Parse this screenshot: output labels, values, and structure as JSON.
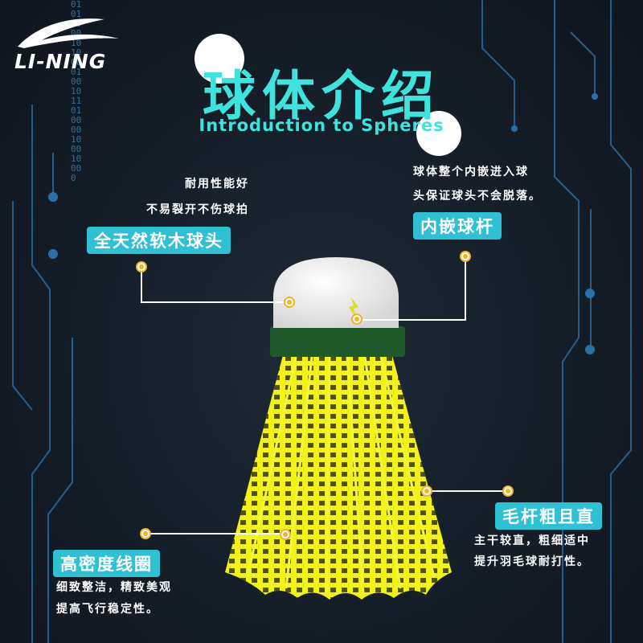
{
  "brand": {
    "logo_text": "LI-NING",
    "logo_icon": "li-ning-swoosh-icon",
    "binary_text": "0101000010100001001011010000100010000"
  },
  "header": {
    "title": "球体介绍",
    "subtitle": "Introduction to Spheres"
  },
  "callouts": {
    "head": {
      "line1": "耐用性能好",
      "line2": "不易裂开不伤球拍",
      "badge": "全天然软木球头"
    },
    "shaft": {
      "line1": "球体整个内嵌进入球",
      "line2": "头保证球头不会脱落。",
      "badge": "内嵌球杆"
    },
    "feather": {
      "badge": "毛杆粗且直",
      "line1": "主干较直，粗细适中",
      "line2": "提升羽毛球耐打性。"
    },
    "thread": {
      "badge": "高密度线圈",
      "line1": "细致整洁，精致美观",
      "line2": "提高飞行稳定性。"
    }
  },
  "product": {
    "image": "badminton-shuttlecock-icon"
  },
  "colors": {
    "accent": "#3fe3dd",
    "badge": "#2fc0d4",
    "dot": "#f2b428",
    "background": "#141c26",
    "circuit": "#2a6fa8",
    "skirt": "#f2f21a",
    "band": "#1f5a2a"
  }
}
